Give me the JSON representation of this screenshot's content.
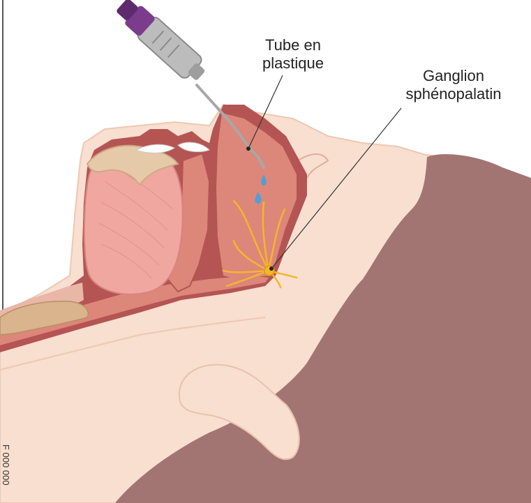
{
  "labels": {
    "tube": [
      "Tube en",
      "plastique"
    ],
    "ganglion": [
      "Ganglion",
      "sphénopalatin"
    ]
  },
  "side_code": "F 000 000",
  "colors": {
    "skin": "#f8dfd0",
    "skin_outline": "#efc7b2",
    "hair": "#a27573",
    "tissue": "#dc8779",
    "tissue_light": "#f0a7a0",
    "tissue_dark": "#b45553",
    "nerve": "#f6b52c",
    "syringe_body": "#bcbcbc",
    "syringe_plunger": "#7b3c8c",
    "drop": "#4f9fd6",
    "bone": "#e6c9a8"
  }
}
